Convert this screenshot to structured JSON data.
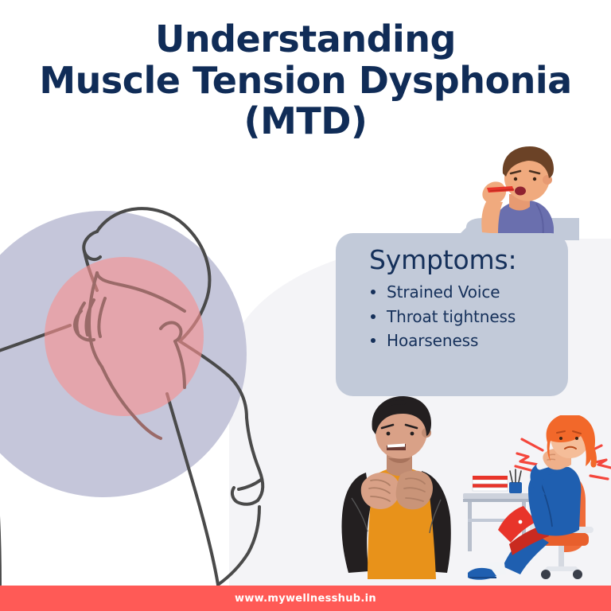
{
  "title": {
    "line1": "Understanding",
    "line2": "Muscle Tension Dysphonia",
    "line3": "(MTD)",
    "color": "#102c57"
  },
  "symptoms": {
    "heading": "Symptoms:",
    "items": [
      "Strained Voice",
      "Throat tightness",
      "Hoarseness"
    ],
    "panel_color": "#c2cad9",
    "text_color": "#15305a"
  },
  "footer": {
    "url": "www.mywellnesshub.in",
    "bar_color": "#ff5a56",
    "text_color": "#ffffff"
  },
  "illustrations": {
    "hero": {
      "name": "person-holding-neck-line-art",
      "pain_circle_color": "#f7b4b4",
      "backdrop_circle_color": "#c5c6da",
      "line_color": "#4a4a4a",
      "arm_line_color": "#9a6a68"
    },
    "man_coughing": {
      "name": "man-coughing-into-hand",
      "shirt_color": "#6a6fae",
      "hair_color": "#6b4226",
      "skin_color": "#f0aa7e",
      "mouth_color": "#8f2230"
    },
    "man_holding_throat": {
      "name": "man-holding-throat",
      "vest_color": "#e8921a",
      "sleeve_color": "#231f20",
      "hair_color": "#231f20",
      "skin_color": "#d9a187"
    },
    "woman_at_desk": {
      "name": "woman-at-desk-neck-pain",
      "hair_color": "#f2682a",
      "outfit_color": "#1f5fb0",
      "chair_color": "#ef6c3a",
      "laptop_color": "#e8342a",
      "pain_bolt_color": "#f4463c",
      "desk_color": "#cdd2dc"
    }
  },
  "background": {
    "page_color": "#ffffff",
    "curve_color": "#f4f4f7"
  }
}
